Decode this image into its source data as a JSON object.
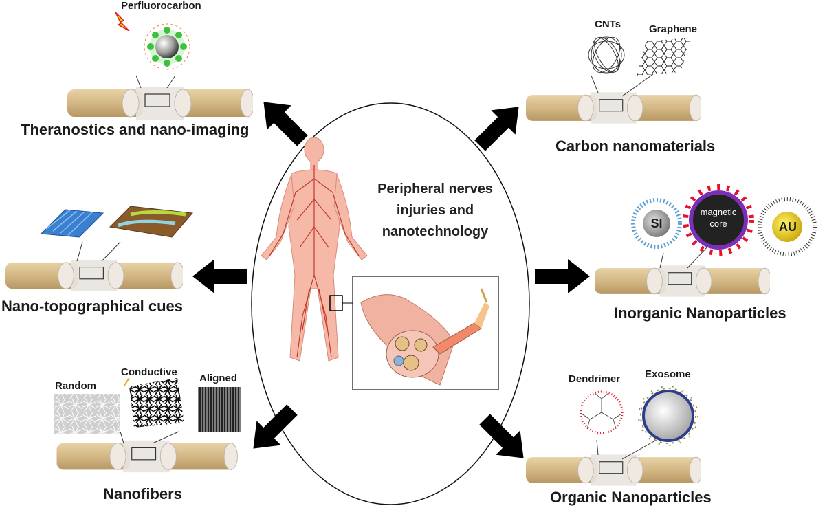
{
  "center": {
    "title_lines": [
      "Peripheral nerves",
      "injuries and",
      "nanotechnology"
    ]
  },
  "categories": {
    "theranostics": {
      "label": "Theranostics and nano-imaging",
      "item": "Perfluorocarbon"
    },
    "carbon": {
      "label": "Carbon nanomaterials",
      "items": [
        "CNTs",
        "Graphene"
      ]
    },
    "topographical": {
      "label": "Nano-topographical cues"
    },
    "inorganic": {
      "label": "Inorganic Nanoparticles",
      "items": [
        "SI",
        "magnetic core",
        "AU"
      ]
    },
    "nanofibers": {
      "label": "Nanofibers",
      "items": [
        "Random",
        "Conductive",
        "Aligned"
      ]
    },
    "organic": {
      "label": "Organic Nanoparticles",
      "items": [
        "Dendrimer",
        "Exosome"
      ]
    }
  },
  "colors": {
    "arrow": "#000000",
    "conduit": "#d6bb8a",
    "conduit_center": "#e6e1dc",
    "nerve": "#c0392b",
    "body": "#f6b9a8",
    "green_particle": "#3fbf3f",
    "magnetic_ring": "#7b2fb8",
    "red_dots": "#e8102a",
    "gold": "#d4b000",
    "si_blue": "#5aa0d8"
  },
  "icons": [
    "lightning-icon",
    "human-body-icon",
    "nerve-cross-section-icon"
  ]
}
